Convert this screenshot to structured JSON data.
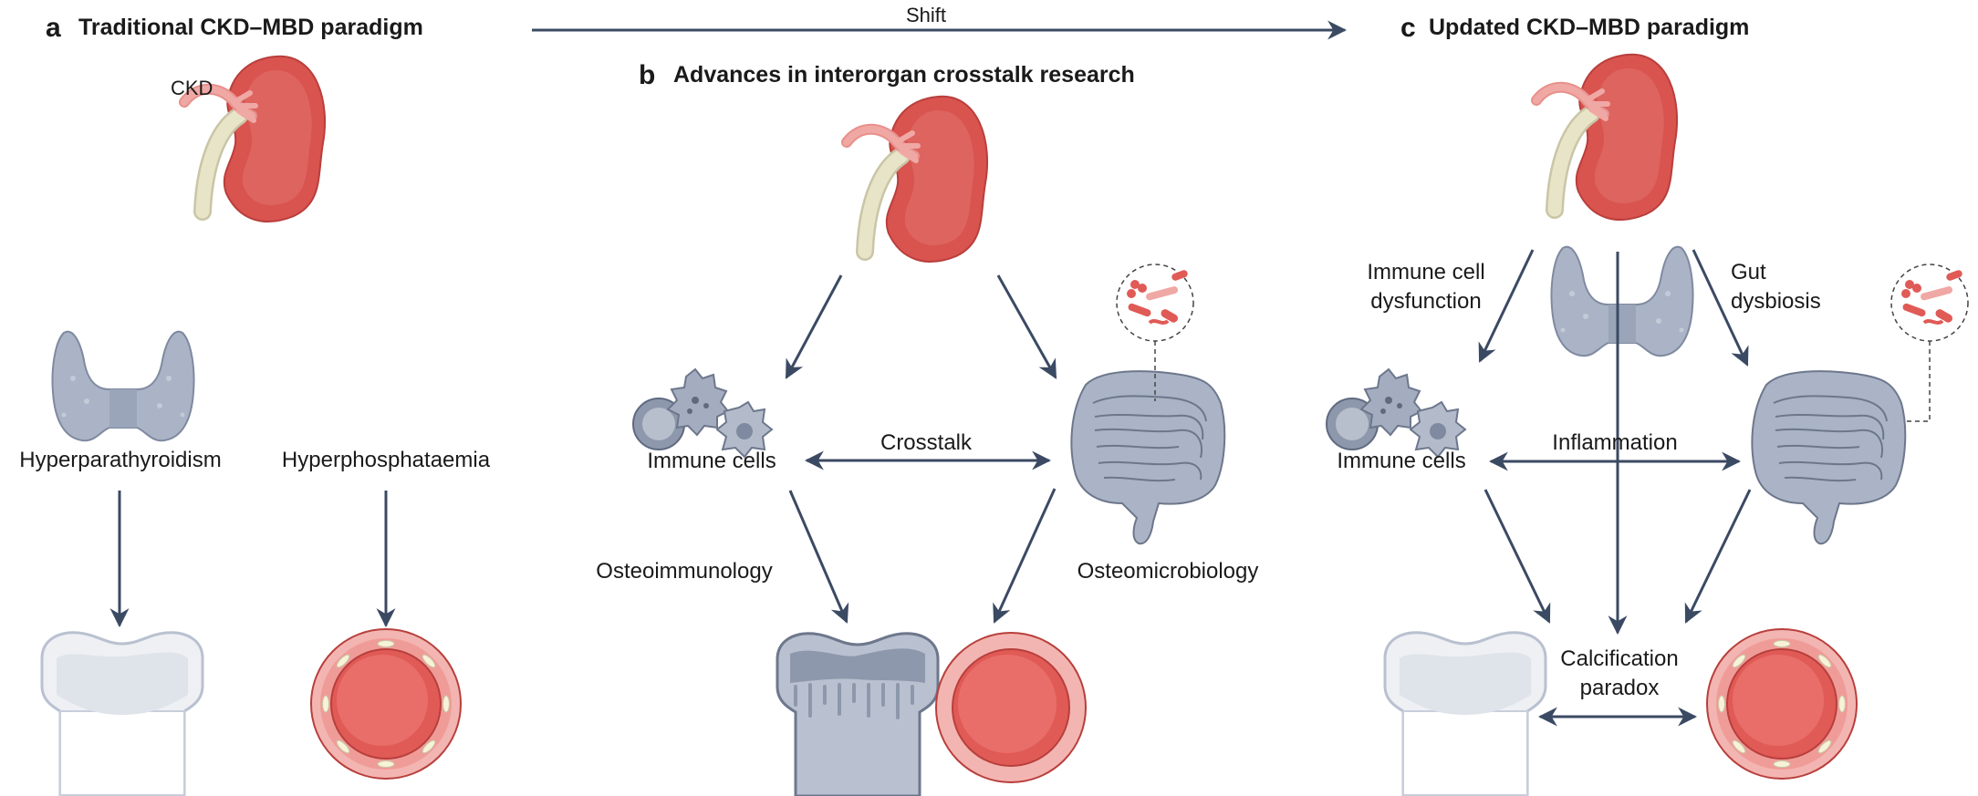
{
  "panels": {
    "a": {
      "letter": "a",
      "title": "Traditional CKD–MBD paradigm"
    },
    "b": {
      "letter": "b",
      "title": "Advances in interorgan crosstalk research"
    },
    "c": {
      "letter": "c",
      "title": "Updated CKD–MBD paradigm"
    }
  },
  "shift_label": "Shift",
  "labels": {
    "ckd": "CKD",
    "hyperparathyroidism": "Hyperparathyroidism",
    "hyperphosphataemia": "Hyperphosphataemia",
    "immune_cells_b": "Immune cells",
    "crosstalk": "Crosstalk",
    "osteoimmunology": "Osteoimmunology",
    "osteomicrobiology": "Osteomicrobiology",
    "immune_cell_dysfunction_1": "Immune cell",
    "immune_cell_dysfunction_2": "dysfunction",
    "gut_dysbiosis_1": "Gut",
    "gut_dysbiosis_2": "dysbiosis",
    "immune_cells_c": "Immune cells",
    "inflammation": "Inflammation",
    "calcification_paradox_1": "Calcification",
    "calcification_paradox_2": "paradox"
  },
  "colors": {
    "arrow": "#3b4a63",
    "kidney": "#d9534f",
    "kidney_dark": "#b83f3c",
    "artery": "#f0a8a4",
    "ureter": "#e8e4c8",
    "organ_grey": "#aab4c6",
    "organ_grey_dark": "#7f8aa0",
    "bone_light": "#eef0f4",
    "bone_dark": "#b9c1d0",
    "vessel_outer": "#ef9c98",
    "vessel_inner": "#e05a56"
  },
  "icons": [
    "kidney-icon",
    "thyroid-icon",
    "immune-cells-icon",
    "intestine-icon",
    "microbes-icon",
    "bone-icon",
    "blood-vessel-icon"
  ]
}
